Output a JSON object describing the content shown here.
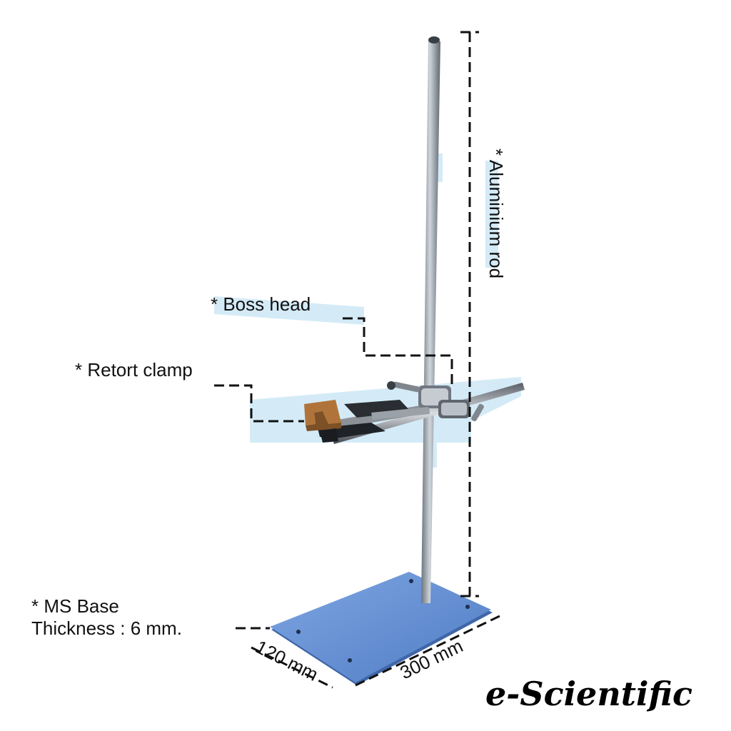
{
  "labels": {
    "aluminium_rod": "* Aluminium rod",
    "boss_head": "* Boss head",
    "retort_clamp": "* Retort clamp",
    "ms_base_line1": "* MS Base",
    "ms_base_line2": "Thickness : 6 mm.",
    "width_dim": "120 mm",
    "length_dim": "300 mm"
  },
  "brand": "e-Scientific",
  "colors": {
    "base": "#5f8ad0",
    "highlight": "#cfe7f5",
    "rod": "#9aa2ab",
    "clamp_pad": "#b0743a"
  }
}
